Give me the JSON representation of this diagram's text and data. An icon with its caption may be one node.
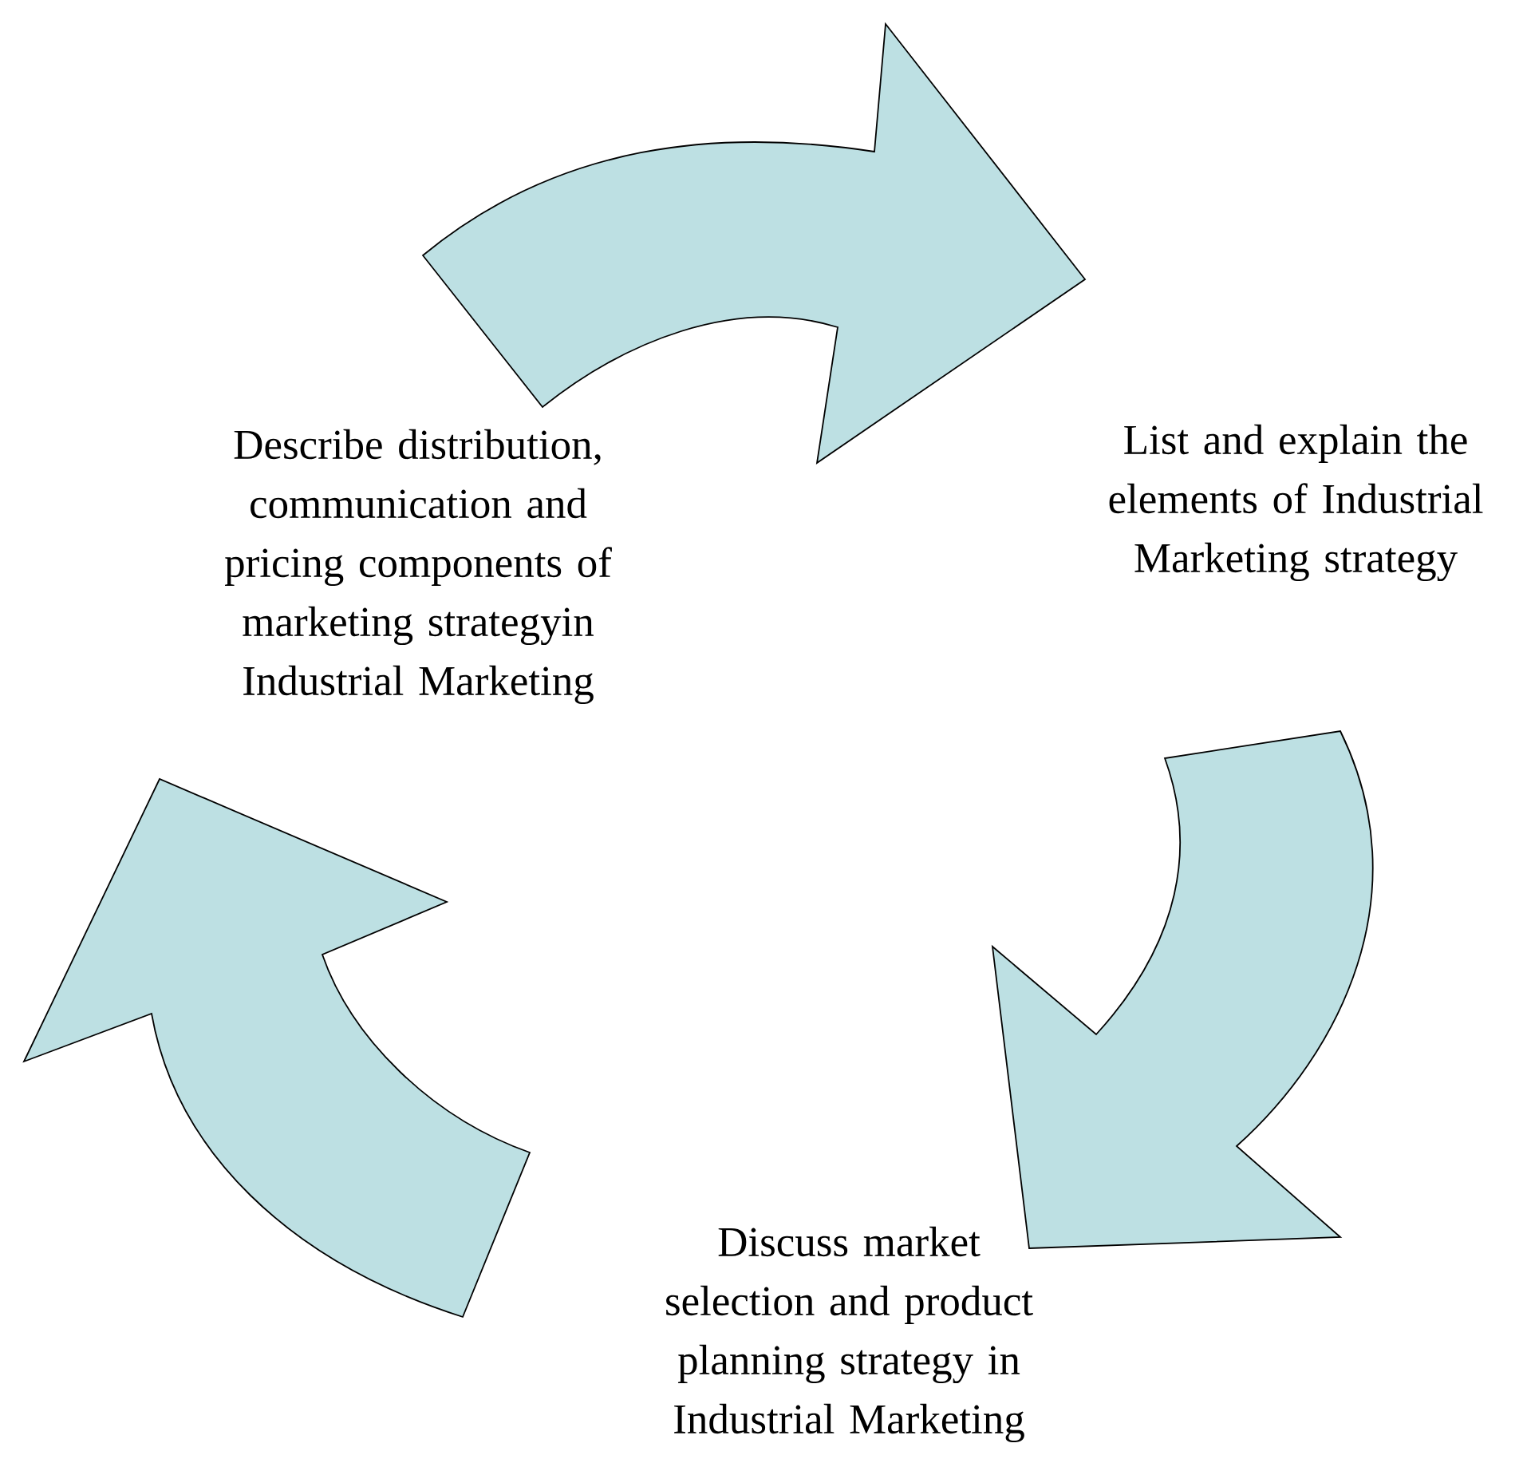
{
  "diagram": {
    "nodes": [
      {
        "text": [
          "Describe distribution, communication and pricing components of marketing strategyin Industrial Marketing"
        ]
      },
      {
        "text": [
          "List and explain the elements of Industrial Marketing strategy"
        ]
      },
      {
        "text": [
          "Discuss market selection and product planning strategy in Industrial Marketing"
        ]
      }
    ],
    "edges": [
      {
        "from": 0,
        "to": 1,
        "arrow": "to"
      },
      {
        "from": 1,
        "to": 2,
        "arrow": "to"
      },
      {
        "from": 2,
        "to": 0,
        "arrow": "to"
      }
    ]
  }
}
